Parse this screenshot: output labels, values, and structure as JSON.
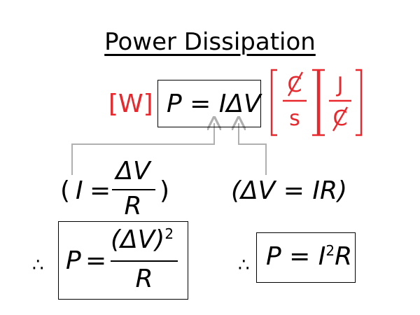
{
  "title": "Power Dissipation",
  "main_formula": {
    "unit_label": "[W]",
    "lhs": "P",
    "equals": "=",
    "rhs_I": "I",
    "rhs_dV": "ΔV"
  },
  "unit_fractions": {
    "left": {
      "numerator": "C",
      "denominator": "s"
    },
    "right": {
      "numerator": "J",
      "denominator": "C"
    }
  },
  "current_relation": {
    "open": "(",
    "lhs": "I",
    "equals": "=",
    "numerator": "ΔV",
    "denominator": "R",
    "close": ")"
  },
  "ohm_relation": {
    "text": "(ΔV = IR)"
  },
  "result_left": {
    "therefore": "∴",
    "lhs": "P",
    "equals": "=",
    "numerator_base": "(ΔV)",
    "numerator_exp": "2",
    "denominator": "R"
  },
  "result_right": {
    "therefore": "∴",
    "lhs": "P",
    "equals": "=",
    "base": "I",
    "exp": "2",
    "tail": "R"
  },
  "colors": {
    "accent": "#e8282c",
    "arrow": "#b0b0b0",
    "text": "#000000"
  }
}
